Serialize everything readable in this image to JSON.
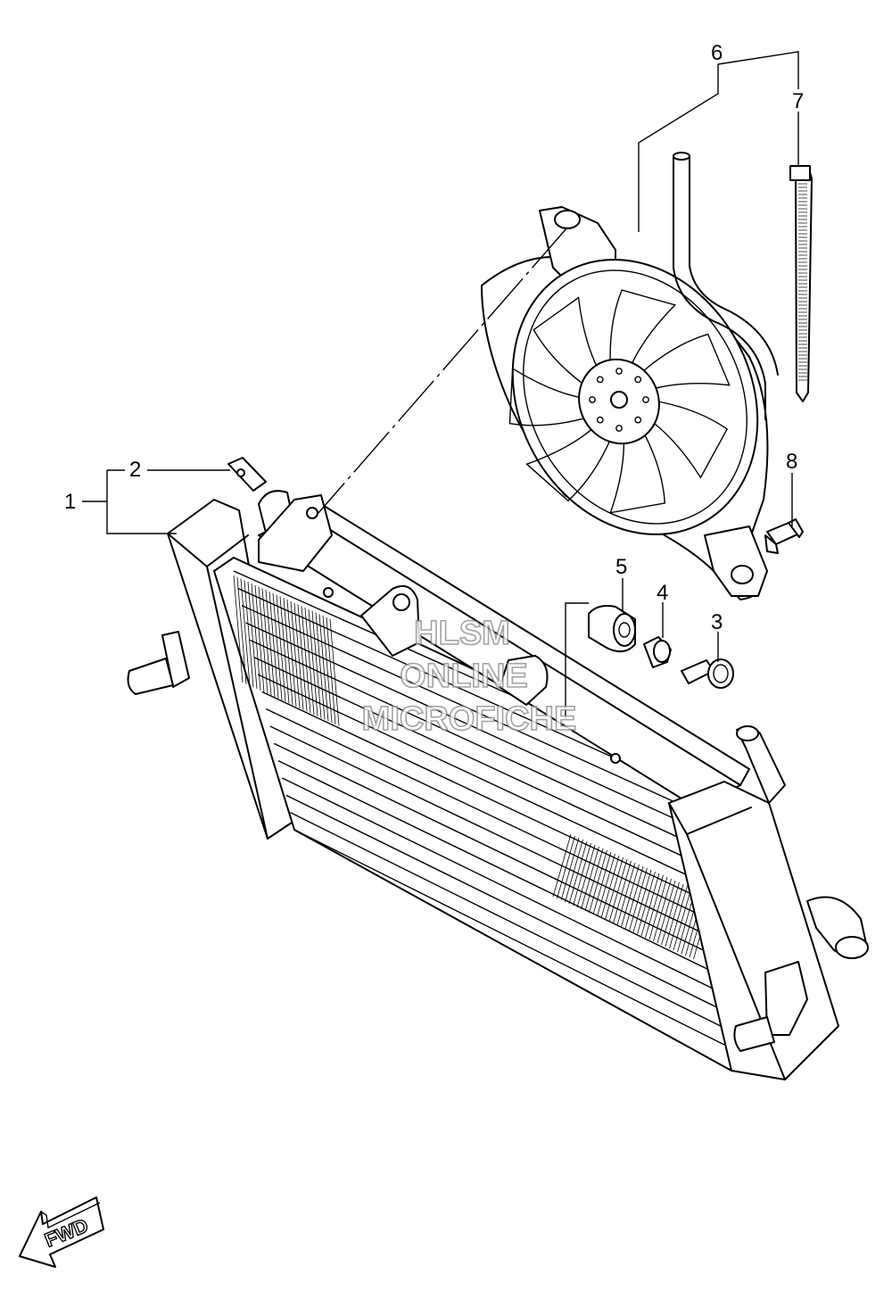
{
  "callouts": [
    {
      "id": "1",
      "label": "1"
    },
    {
      "id": "2",
      "label": "2"
    },
    {
      "id": "3",
      "label": "3"
    },
    {
      "id": "4",
      "label": "4"
    },
    {
      "id": "5",
      "label": "5"
    },
    {
      "id": "6",
      "label": "6"
    },
    {
      "id": "7",
      "label": "7"
    },
    {
      "id": "8",
      "label": "8"
    }
  ],
  "watermark": {
    "line1": "HLSM",
    "line2": "ONLINE",
    "line3": "MICROFICHE"
  },
  "direction_arrow": {
    "label": "FWD"
  }
}
